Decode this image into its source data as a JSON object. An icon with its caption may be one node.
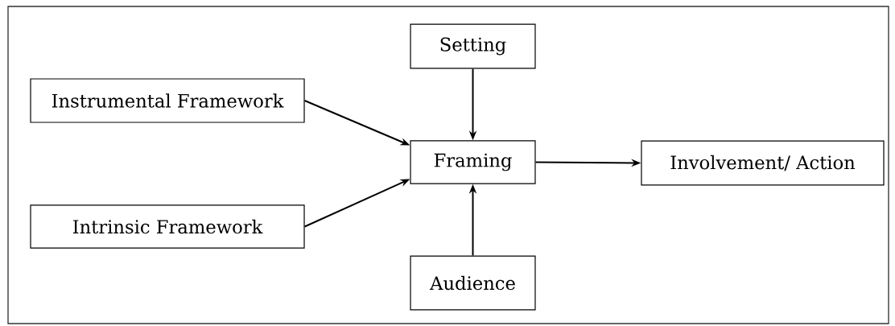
{
  "diagram": {
    "nodes": [
      {
        "text": [
          "Setting"
        ]
      },
      {
        "text": [
          "Instrumental Framework"
        ]
      },
      {
        "text": [
          "Framing"
        ]
      },
      {
        "text": [
          "Involvement/ Action"
        ]
      },
      {
        "text": [
          "Intrinsic Framework"
        ]
      },
      {
        "text": [
          "Audience"
        ]
      }
    ],
    "edges": [
      {
        "from": 0,
        "to": 2,
        "arrow": "to"
      },
      {
        "from": 1,
        "to": 2,
        "arrow": "to"
      },
      {
        "from": 4,
        "to": 2,
        "arrow": "to"
      },
      {
        "from": 5,
        "to": 2,
        "arrow": "to"
      },
      {
        "from": 2,
        "to": 3,
        "arrow": "to"
      }
    ]
  }
}
